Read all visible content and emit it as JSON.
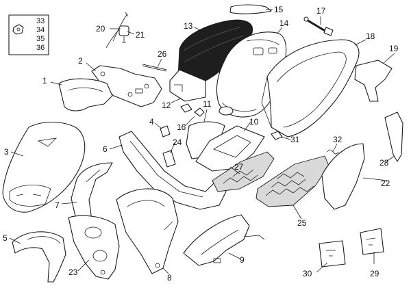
{
  "diagram": {
    "callouts": {
      "c1": "1",
      "c2": "2",
      "c3": "3",
      "c4": "4",
      "c5": "5",
      "c6": "6",
      "c7": "7",
      "c8": "8",
      "c9": "9",
      "c10": "10",
      "c11": "11",
      "c12": "12",
      "c13": "13",
      "c14": "14",
      "c15": "15",
      "c16": "16",
      "c17": "17",
      "c18": "18",
      "c19": "19",
      "c20": "20",
      "c21": "21",
      "c22": "22",
      "c23": "23",
      "c24": "24",
      "c25": "25",
      "c26": "26",
      "c27": "27",
      "c28": "28",
      "c29": "29",
      "c30": "30",
      "c31": "31",
      "c32": "32"
    },
    "hardware_kit": [
      "33",
      "34",
      "35",
      "36"
    ]
  }
}
